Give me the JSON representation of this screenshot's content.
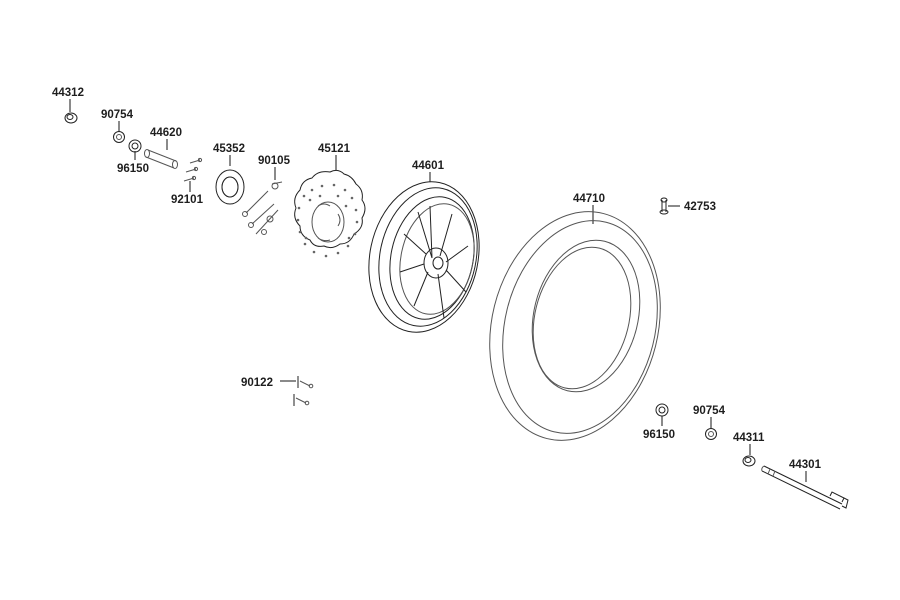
{
  "diagram": {
    "parts": [
      {
        "number": "44312"
      },
      {
        "number": "90754"
      },
      {
        "number": "44620"
      },
      {
        "number": "96150"
      },
      {
        "number": "45352"
      },
      {
        "number": "92101"
      },
      {
        "number": "90105"
      },
      {
        "number": "45121"
      },
      {
        "number": "44601"
      },
      {
        "number": "44710"
      },
      {
        "number": "42753"
      },
      {
        "number": "90122"
      },
      {
        "number": "96150"
      },
      {
        "number": "90754"
      },
      {
        "number": "44311"
      },
      {
        "number": "44301"
      }
    ]
  }
}
